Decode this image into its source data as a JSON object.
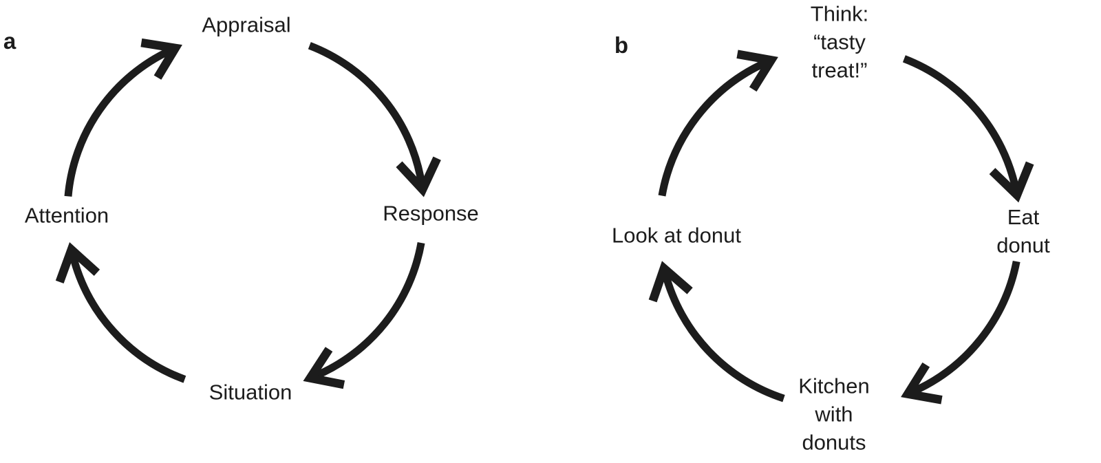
{
  "figure": {
    "background": "#ffffff",
    "ink_color": "#1c1c1c",
    "description": "Two circular four-node cycle diagrams with clockwise curved arrows",
    "panels": {
      "a": {
        "label": "a",
        "nodes": {
          "top": "Appraisal",
          "right": "Response",
          "bottom": "Situation",
          "left": "Attention"
        },
        "flow": [
          "Attention",
          "Appraisal",
          "Response",
          "Situation"
        ]
      },
      "b": {
        "label": "b",
        "nodes": {
          "top": "Think:\n“tasty\ntreat!”",
          "right": "Eat donut",
          "bottom": "Kitchen\nwith\ndonuts",
          "left": "Look at donut"
        },
        "flow": [
          "Look at donut",
          "Think: “tasty treat!”",
          "Eat donut",
          "Kitchen with donuts"
        ]
      }
    }
  }
}
